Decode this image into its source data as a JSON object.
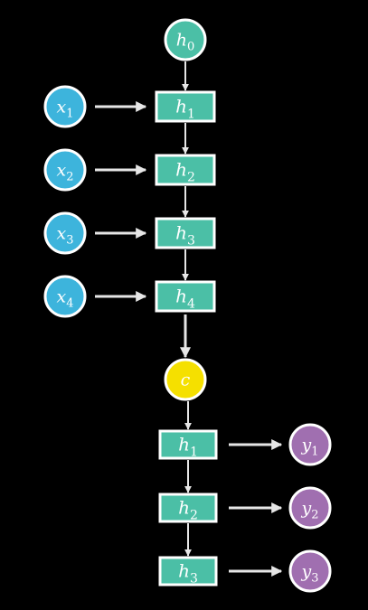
{
  "colors": {
    "background": "#000000",
    "hidden_node": "#4bbfa6",
    "input_node": "#3db4dc",
    "context_node": "#f5e000",
    "output_node": "#a06fb0",
    "border": "#ffffff",
    "arrow": "#e6e6e6"
  },
  "diagram": {
    "encoder_start": {
      "base": "h",
      "sub": "0"
    },
    "encoder": [
      {
        "input": {
          "base": "x",
          "sub": "1"
        },
        "hidden": {
          "base": "h",
          "sub": "1"
        }
      },
      {
        "input": {
          "base": "x",
          "sub": "2"
        },
        "hidden": {
          "base": "h",
          "sub": "2"
        }
      },
      {
        "input": {
          "base": "x",
          "sub": "3"
        },
        "hidden": {
          "base": "h",
          "sub": "3"
        }
      },
      {
        "input": {
          "base": "x",
          "sub": "4"
        },
        "hidden": {
          "base": "h",
          "sub": "4"
        }
      }
    ],
    "context": {
      "base": "c",
      "sub": ""
    },
    "decoder": [
      {
        "hidden": {
          "base": "h",
          "sub": "1"
        },
        "output": {
          "base": "y",
          "sub": "1"
        }
      },
      {
        "hidden": {
          "base": "h",
          "sub": "2"
        },
        "output": {
          "base": "y",
          "sub": "2"
        }
      },
      {
        "hidden": {
          "base": "h",
          "sub": "3"
        },
        "output": {
          "base": "y",
          "sub": "3"
        }
      }
    ]
  }
}
